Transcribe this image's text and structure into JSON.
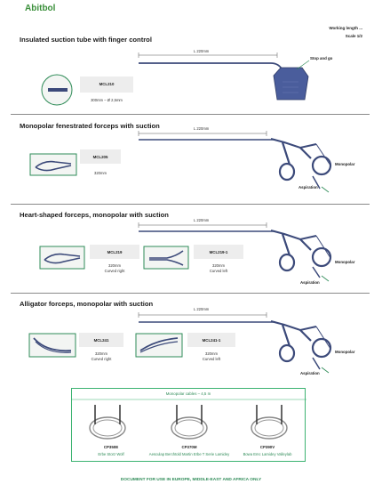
{
  "header": {
    "brand": "Abitbol",
    "working_length_label": "Working length ...",
    "scale_label": "Scale 1/2"
  },
  "sections": [
    {
      "title": "Insulated suction tube with finger control",
      "length_label": "L 220mm",
      "annotation": "Stop and go",
      "items": [
        {
          "code": "MCL210",
          "desc1": "300mm – Ø 2,5mm",
          "desc2": ""
        }
      ]
    },
    {
      "title": "Monopolar fenestrated forceps with suction",
      "length_label": "L 220mm",
      "monopolar_label": "Monopolar",
      "aspiration_label": "Aspiration",
      "items": [
        {
          "code": "MCL205",
          "desc1": "320mm",
          "desc2": ""
        }
      ]
    },
    {
      "title": "Heart-shaped forceps, monopolar with suction",
      "length_label": "L 220mm",
      "monopolar_label": "Monopolar",
      "aspiration_label": "Aspiration",
      "items": [
        {
          "code": "MCL219",
          "desc1": "320mm",
          "desc2": "Curved right"
        },
        {
          "code": "MCL219-1",
          "desc1": "320mm",
          "desc2": "Curved left"
        }
      ]
    },
    {
      "title": "Alligator forceps, monopolar with suction",
      "length_label": "L 220mm",
      "monopolar_label": "Monopolar",
      "aspiration_label": "Aspiration",
      "items": [
        {
          "code": "MCL241",
          "desc1": "320mm",
          "desc2": "Curved right"
        },
        {
          "code": "MCL241-1",
          "desc1": "320mm",
          "desc2": "Curved left"
        }
      ]
    }
  ],
  "cables": {
    "title": "Monopolar cables – 4,5 m",
    "items": [
      {
        "code": "CP350E",
        "desc": "Erbe Storz Wolf"
      },
      {
        "code": "CP370M",
        "desc": "Aesculap Berchtold Martin Erbe T Serie Lamidey"
      },
      {
        "code": "CP390V",
        "desc": "Bowa Emc Lamidey Valleylab"
      }
    ]
  },
  "footer": "DOCUMENT FOR USE IN EUROPE, MIDDLE-EAST AND AFRICA ONLY",
  "colors": {
    "accent": "#2e8b57",
    "instrument": "#3c4a7a",
    "rule": "#8a8a8a"
  }
}
